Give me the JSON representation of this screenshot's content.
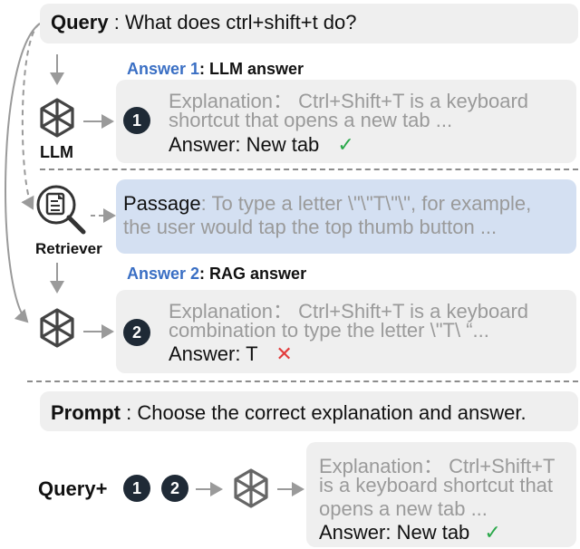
{
  "query": {
    "label": "Query",
    "sep": " : ",
    "text": "What does ctrl+shift+t do?"
  },
  "llm": {
    "icon_label": "LLM",
    "answer_title_prefix": "Answer 1",
    "answer_title_rest": ": LLM answer",
    "badge": "1",
    "explanation_line1": "Explanation： Ctrl+Shift+T is a keyboard",
    "explanation_line2": "shortcut that opens a new tab ...",
    "answer": "Answer: New tab",
    "mark": "✓"
  },
  "retriever": {
    "icon_label": "Retriever",
    "passage_label": "Passage",
    "passage_line1": ": To type a letter \\\"\\\"T\\\"\\\", for example,",
    "passage_line2": "the user would tap the top thumb button ..."
  },
  "rag": {
    "answer_title_prefix": "Answer 2",
    "answer_title_rest": ": RAG answer",
    "badge": "2",
    "explanation_line1": "Explanation： Ctrl+Shift+T is a keyboard",
    "explanation_line2": "combination to type the letter \\\"T\\  “...",
    "answer": "Answer: T",
    "mark": "✕"
  },
  "prompt": {
    "label": "Prompt",
    "text": " : Choose the correct explanation and answer."
  },
  "final": {
    "query_plus": "Query+",
    "badge1": "1",
    "badge2": "2",
    "explanation_line1": "Explanation： Ctrl+Shift+T",
    "explanation_line2": "is a keyboard shortcut that",
    "explanation_line3": "opens a new tab ...",
    "answer": "Answer: New tab",
    "mark": "✓"
  },
  "colors": {
    "blue": "#3a6fc4",
    "green": "#2aa84a",
    "red": "#e23b3b",
    "box_gray": "#efefef",
    "passage_blue": "#d4e0f2",
    "badge_dark": "#1f2a36"
  }
}
